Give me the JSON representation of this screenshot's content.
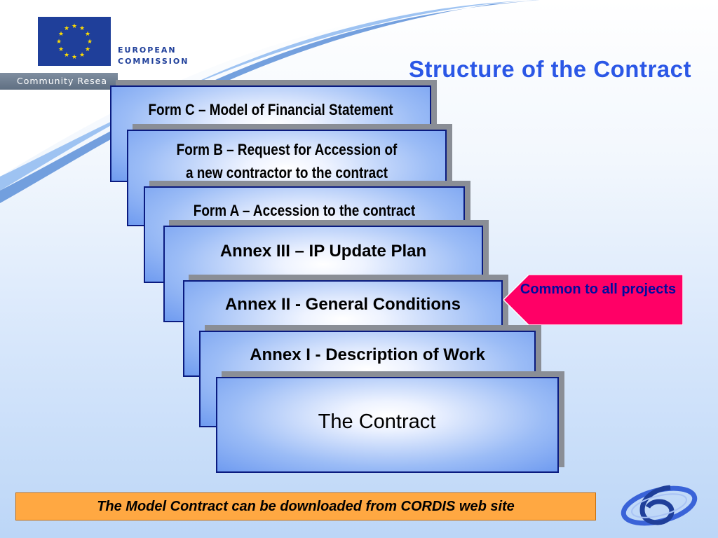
{
  "header": {
    "org_name_line1": "EUROPEAN",
    "org_name_line2": "COMMISSION",
    "band_text": "Community Resea",
    "title": "Structure of the Contract"
  },
  "stack": [
    {
      "label": "Form C – Model of Financial Statement"
    },
    {
      "label": "Form B – Request for Accession of a new contractor to the contract"
    },
    {
      "label": "Form A – Accession to the contract"
    },
    {
      "label": "Annex III – IP Update Plan"
    },
    {
      "label": "Annex II - General Conditions"
    },
    {
      "label": "Annex I - Description of Work"
    },
    {
      "label": "The Contract"
    }
  ],
  "callout": {
    "text": "Common to all projects",
    "color": "#ff0066"
  },
  "footer": {
    "text": "The Model Contract can be downloaded from CORDIS web site",
    "color": "#ffa842"
  },
  "colors": {
    "title": "#2b57e6",
    "card_border": "#0a1b80",
    "eu_blue": "#1f3f9a",
    "star": "#ffdd00"
  }
}
